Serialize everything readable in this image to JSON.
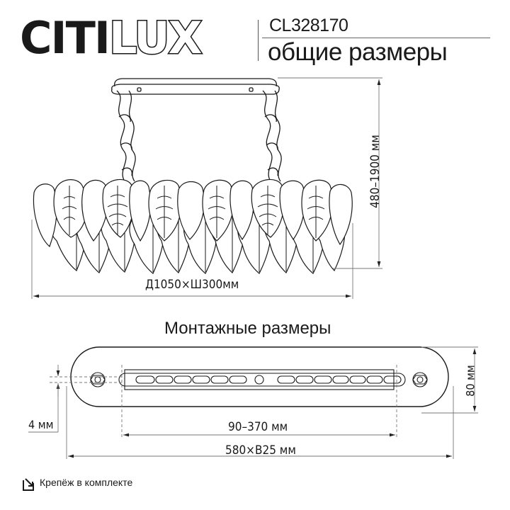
{
  "header": {
    "brand_solid": "CITI",
    "brand_outline": "LUX",
    "model": "CL328170",
    "subtitle": "общие размеры"
  },
  "overall_view": {
    "width_label": "Д1050×Ш300мм",
    "height_label": "480–1900 мм"
  },
  "mounting": {
    "title": "Монтажные размеры",
    "offset_label": "4 мм",
    "height_label": "80 мм",
    "adjust_label": "90–370 мм",
    "length_label": "580×В25 мм"
  },
  "footer": {
    "icon": "box-arrow-icon",
    "text": "Крепёж в комплекте"
  },
  "colors": {
    "ink": "#1a1a1a",
    "dim_line": "#777777",
    "background": "#ffffff"
  }
}
